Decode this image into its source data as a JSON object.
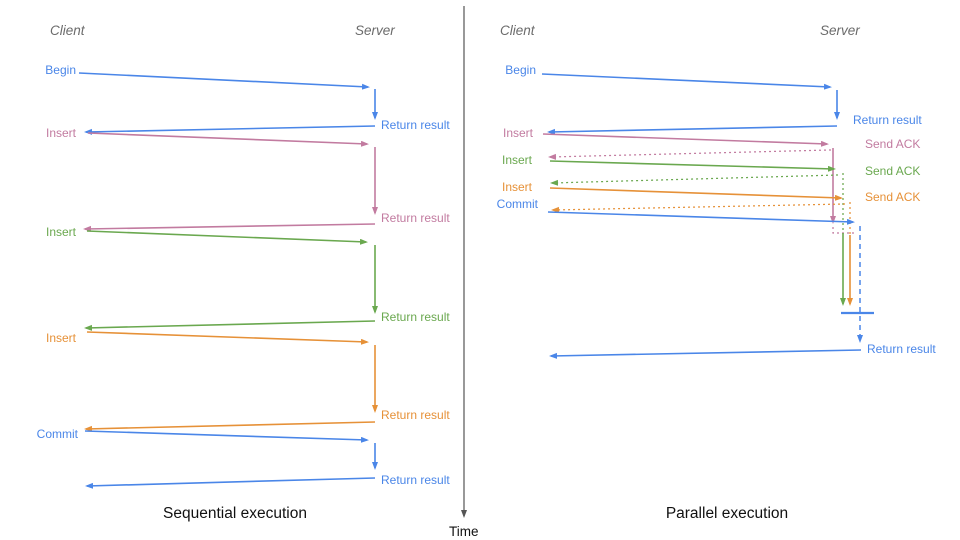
{
  "palette": {
    "blue": "#4a86e8",
    "magenta": "#c27ba0",
    "green": "#6aa84f",
    "orange": "#e69138",
    "header_gray": "#6b6b6b",
    "caption_black": "#111111",
    "time_axis_gray": "#555555"
  },
  "time_axis": {
    "label": "Time"
  },
  "left": {
    "title": "Sequential execution",
    "client": "Client",
    "server": "Server",
    "steps": [
      {
        "request": "Begin",
        "response": "Return result",
        "color": "#4a86e8"
      },
      {
        "request": "Insert",
        "response": "Return result",
        "color": "#c27ba0"
      },
      {
        "request": "Insert",
        "response": "Return result",
        "color": "#6aa84f"
      },
      {
        "request": "Insert",
        "response": "Return result",
        "color": "#e69138"
      },
      {
        "request": "Commit",
        "response": "Return result",
        "color": "#4a86e8"
      }
    ]
  },
  "right": {
    "title": "Parallel execution",
    "client": "Client",
    "server": "Server",
    "steps": [
      {
        "request": "Begin",
        "response": "Return result",
        "color": "#4a86e8"
      },
      {
        "request": "Insert",
        "response": "Send ACK",
        "color": "#c27ba0"
      },
      {
        "request": "Insert",
        "response": "Send ACK",
        "color": "#6aa84f"
      },
      {
        "request": "Insert",
        "response": "Send ACK",
        "color": "#e69138"
      },
      {
        "request": "Commit",
        "response": "Return result",
        "color": "#4a86e8"
      }
    ]
  }
}
